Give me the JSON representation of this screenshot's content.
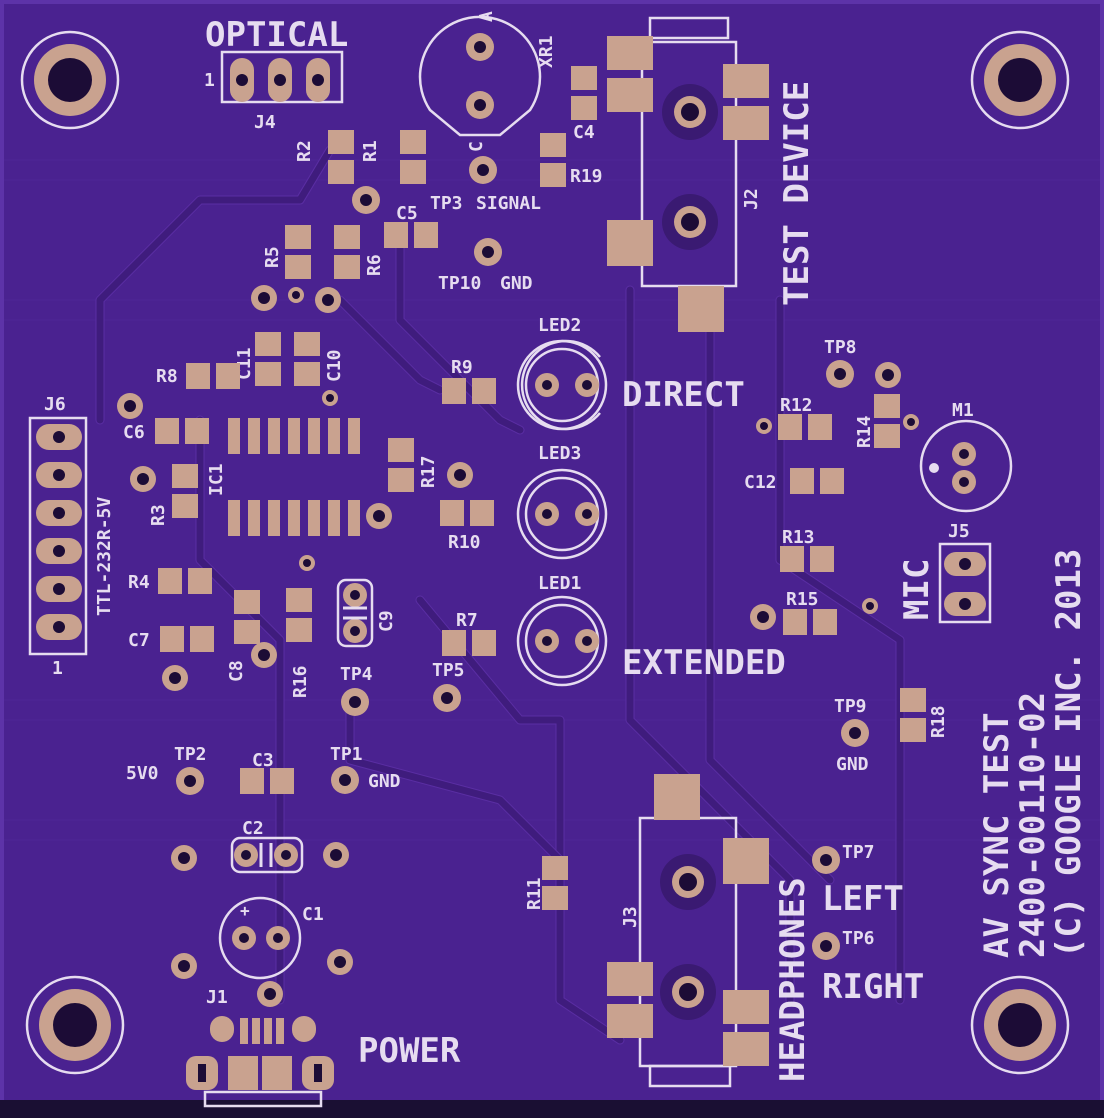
{
  "colors": {
    "board": "#4a2290",
    "silkscreen": "#e6dcf0",
    "pad": "#c9a28f",
    "hole": "#1c0c36"
  },
  "title": {
    "line1": "AV SYNC TEST",
    "line2": "2400-00110-02",
    "line3": "(C) GOOGLE INC. 2013"
  },
  "sections": {
    "optical": "OPTICAL",
    "test_device": "TEST DEVICE",
    "direct": "DIRECT",
    "extended": "EXTENDED",
    "mic": "MIC",
    "headphones": "HEADPHONES",
    "left": "LEFT",
    "right": "RIGHT",
    "power": "POWER"
  },
  "labels": {
    "j4": "J4",
    "j4_pin": "1",
    "xr1": "XR1",
    "xr1_a": "A",
    "xr1_c": "C",
    "r1": "R1",
    "r2": "R2",
    "r3": "R3",
    "r4": "R4",
    "r5": "R5",
    "r6": "R6",
    "r7": "R7",
    "r8": "R8",
    "r9": "R9",
    "r10": "R10",
    "r11": "R11",
    "r12": "R12",
    "r13": "R13",
    "r14": "R14",
    "r15": "R15",
    "r16": "R16",
    "r17": "R17",
    "r18": "R18",
    "r19": "R19",
    "c1": "C1",
    "c2": "C2",
    "c3": "C3",
    "c4": "C4",
    "c5": "C5",
    "c6": "C6",
    "c7": "C7",
    "c8": "C8",
    "c9": "C9",
    "c10": "C10",
    "c11": "C11",
    "c12": "C12",
    "tp1": "TP1",
    "tp2": "TP2",
    "tp3": "TP3",
    "tp4": "TP4",
    "tp5": "TP5",
    "tp6": "TP6",
    "tp7": "TP7",
    "tp8": "TP8",
    "tp9": "TP9",
    "tp10": "TP10",
    "signal": "SIGNAL",
    "gnd": "GND",
    "v5": "5V0",
    "led1": "LED1",
    "led2": "LED2",
    "led3": "LED3",
    "ic1": "IC1",
    "j1": "J1",
    "j2": "J2",
    "j3": "J3",
    "j5": "J5",
    "j6": "J6",
    "j6_pin": "1",
    "ttl": "TTL-232R-5V",
    "m1": "M1",
    "c1_plus": "+"
  }
}
